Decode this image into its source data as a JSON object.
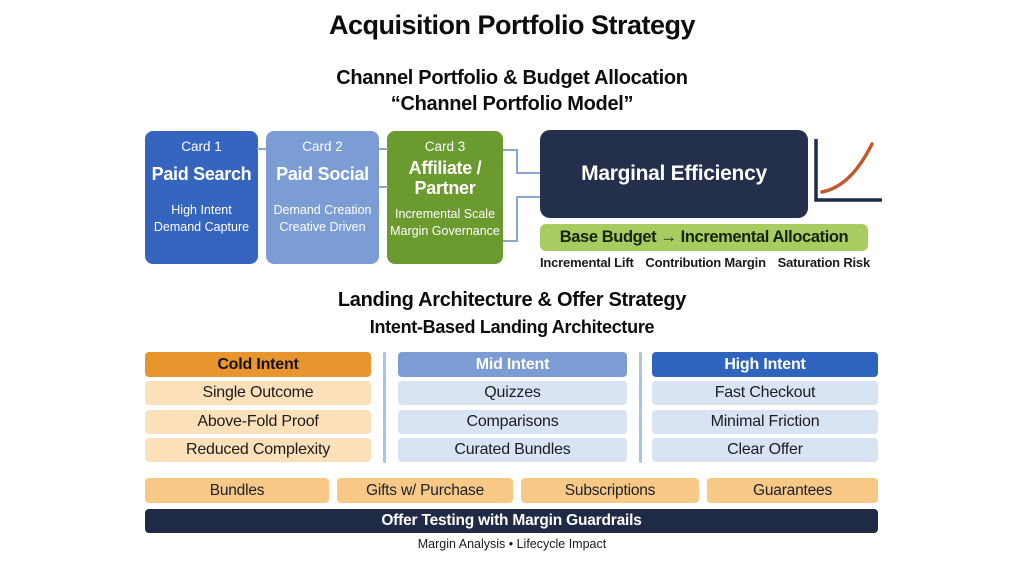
{
  "page_title": "Acquisition Portfolio Strategy",
  "colors": {
    "card1_blue": "#3565be",
    "card2_blue": "#7c9cd4",
    "card3_green": "#6b9a2f",
    "navy": "#232f4b",
    "budget_green": "#a9cc60",
    "connector_blue": "#8ca6cb",
    "curve_orange": "#c1592f",
    "cold_orange": "#e8952d",
    "cold_row_peach": "#fbe0ba",
    "mid_blue": "#7c9cd4",
    "high_blue": "#2e63be",
    "blue_row": "#d8e3f4",
    "pill_orange": "#f7c886"
  },
  "section_channel": {
    "title": "Channel Portfolio & Budget Allocation",
    "subtitle": "“Channel Portfolio Model”",
    "cards": [
      {
        "label": "Card 1",
        "title": "Paid Search",
        "sub1": "High Intent",
        "sub2": "Demand Capture"
      },
      {
        "label": "Card 2",
        "title": "Paid Social",
        "sub1": "Demand Creation",
        "sub2": "Creative Driven"
      },
      {
        "label": "Card 3",
        "title": "Affiliate / Partner",
        "sub1": "Incremental Scale",
        "sub2": "Margin Governance"
      }
    ],
    "efficiency_box": "Marginal Efficiency",
    "budget_bar": "Base Budget → Incremental Allocation",
    "metrics": [
      "Incremental Lift",
      "Contribution Margin",
      "Saturation Risk"
    ]
  },
  "section_landing": {
    "title": "Landing Architecture & Offer Strategy",
    "subtitle": "Intent-Based Landing Architecture",
    "columns": [
      {
        "header": "Cold Intent",
        "rows": [
          "Single Outcome",
          "Above-Fold Proof",
          "Reduced Complexity"
        ]
      },
      {
        "header": "Mid Intent",
        "rows": [
          "Quizzes",
          "Comparisons",
          "Curated Bundles"
        ]
      },
      {
        "header": "High Intent",
        "rows": [
          "Fast Checkout",
          "Minimal Friction",
          "Clear Offer"
        ]
      }
    ],
    "offer_pills": [
      "Bundles",
      "Gifts w/ Purchase",
      "Subscriptions",
      "Guarantees"
    ],
    "testing_bar": "Offer Testing with Margin Guardrails",
    "footnote": "Margin Analysis • Lifecycle Impact"
  }
}
